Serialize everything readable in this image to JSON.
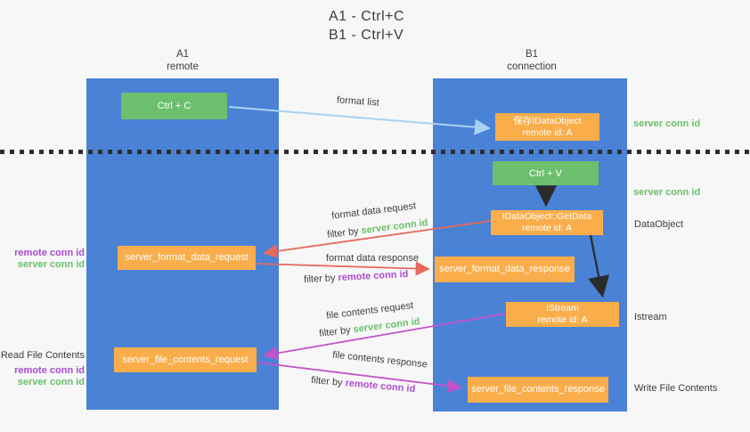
{
  "title": {
    "line1": "A1 - Ctrl+C",
    "line2": "B1 - Ctrl+V"
  },
  "columns": {
    "left": {
      "id": "A1",
      "role": "remote"
    },
    "right": {
      "id": "B1",
      "role": "connection"
    }
  },
  "nodes": {
    "ctrl_c": {
      "label": "Ctrl + C"
    },
    "save_idataobject": {
      "line1": "保存IDataObject",
      "line2": "remote id: A"
    },
    "ctrl_v": {
      "label": "Ctrl + V"
    },
    "getdata": {
      "line1": "IDataObject::GetData",
      "line2": "remote id: A"
    },
    "format_request": {
      "label": "server_format_data_request"
    },
    "format_response": {
      "label": "server_format_data_response"
    },
    "istream": {
      "line1": "IStream",
      "line2": "remote id: A"
    },
    "file_request": {
      "label": "server_file_contents_request"
    },
    "file_response": {
      "label": "server_file_contents_response"
    }
  },
  "flow_labels": {
    "format_list": "format list",
    "format_data_request": "format data request",
    "format_data_response": "format data response",
    "file_contents_request": "file contents request",
    "file_contents_response": "file contents response",
    "filter_by": "filter by",
    "server_conn_id": "server conn id",
    "remote_conn_id": "remote conn id"
  },
  "side_labels": {
    "server_conn_id": "server conn id",
    "remote_conn_id": "remote conn id",
    "dataobject": "DataObject",
    "istream": "Istream",
    "read_file_contents": "Read File Contents",
    "write_file_contents": "Write File Contents"
  },
  "colors": {
    "background": "#f7f7f7",
    "column_blue": "#4a82d6",
    "node_orange": "#f9ae4b",
    "node_green": "#6cbf6d",
    "server_conn_green": "#6abf69",
    "remote_conn_purple": "#ad4bd1",
    "arrow_salmon": "#e66a5e",
    "arrow_magenta": "#c353c9",
    "arrow_light_blue": "#a8d2f2",
    "arrow_black": "#2b2b2b"
  }
}
